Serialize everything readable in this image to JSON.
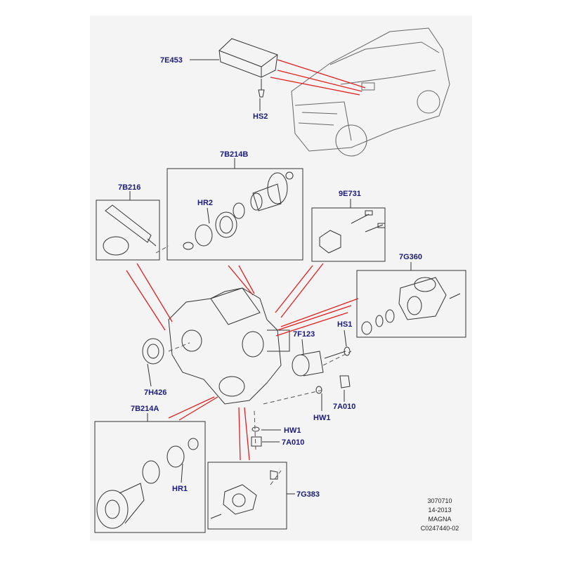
{
  "labels": {
    "7E453": "7E453",
    "HS2": "HS2",
    "7B214B": "7B214B",
    "7B216": "7B216",
    "HR2": "HR2",
    "9E731": "9E731",
    "7G360": "7G360",
    "7F123": "7F123",
    "HS1": "HS1",
    "7H426": "7H426",
    "HW1_right": "HW1",
    "7A010_right": "7A010",
    "7B214A": "7B214A",
    "HW1_lower": "HW1",
    "7A010_lower": "7A010",
    "HR1": "HR1",
    "7G383": "7G383"
  },
  "reference": {
    "line1": "3070710",
    "line2": "14-2013",
    "line3": "MAGNA",
    "line4": "C0247440-02"
  },
  "colors": {
    "callout_text": "#1a1a7a",
    "leader_red": "#e02020",
    "line_art": "#333333",
    "sheet_bg": "#f4f4f4"
  }
}
